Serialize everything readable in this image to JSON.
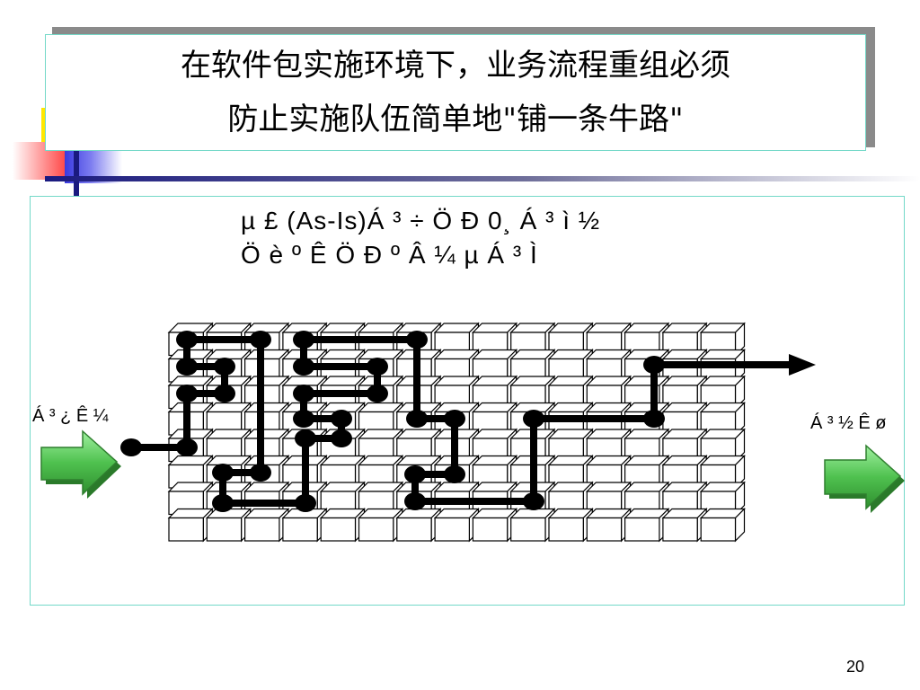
{
  "slide": {
    "title_line_1": "在软件包实施环境下，业务流程重组必须",
    "title_line_2": "防止实施队伍简单地\"铺一条牛路\"",
    "garbled_line_1": "µ £ (As-Is)Á ³ ÷ Ö Ð 0¸ Á ³ ì ½",
    "garbled_line_2": "Ö è º Ê Ö Ð º Â ¼ µ Á ³ Ì",
    "left_label": "Á ³ ¿ Ê ¼",
    "right_label": "Á ³ ½ Ê ø",
    "page_number": "20"
  },
  "colors": {
    "frame_border": "#74d9c8",
    "arrow_green": "#4fc14f",
    "path_black": "#000000"
  }
}
